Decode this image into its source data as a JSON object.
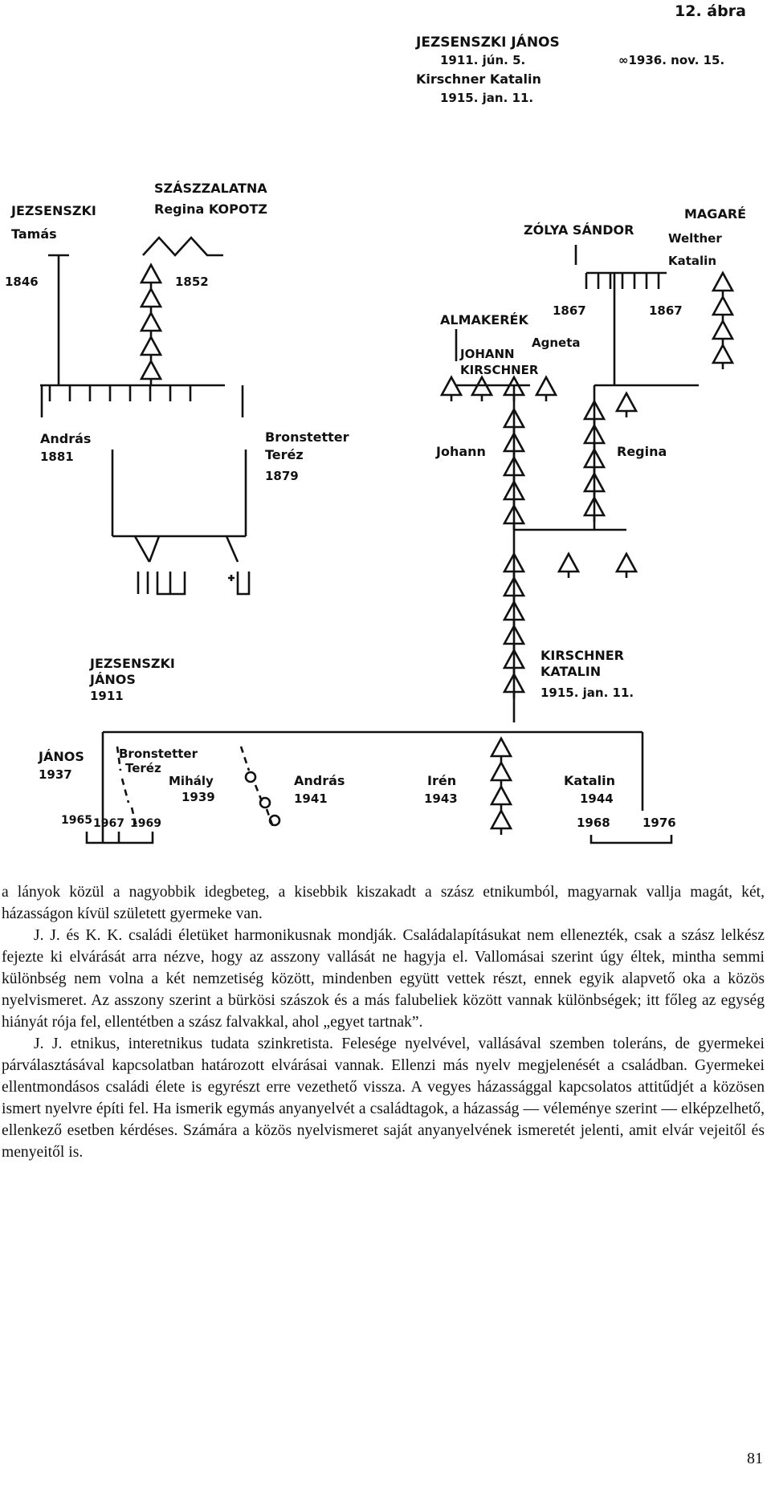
{
  "figure": {
    "number_label": "12. ábra",
    "head": {
      "name": "JEZSENSZKI JÁNOS",
      "birth": "1911. jún. 5.",
      "marriage": "∞1936. nov. 15.",
      "wife": "Kirschner Katalin",
      "wife_birth": "1915. jan. 11."
    },
    "labels": {
      "jezsenszki": "JEZSENSZKI",
      "tamas": "Tamás",
      "tamas_year": "1846",
      "szaszzalatna": "SZÁSZZALATNA",
      "regina_kopotz": "Regina   KOPOTZ",
      "regina_year": "1852",
      "zolya_sandor": "ZÓLYA   SÁNDOR",
      "magare": "MAGARÉ",
      "welther": "Welther",
      "katalin_w": "Katalin",
      "almakerek": "ALMAKERÉK",
      "year_1867a": "1867",
      "year_1867b": "1867",
      "agneta": "Agneta",
      "johann_kirschner_1": "JOHANN",
      "johann_kirschner_2": "KIRSCHNER",
      "andras": "András",
      "andras_year": "1881",
      "bronstetter": "Bronstetter",
      "terez": "Teréz",
      "terez_year": "1879",
      "johann": "Johann",
      "regina": "Regina",
      "jj1": "JEZSENSZKI",
      "jj2": "JÁNOS",
      "jj3": "1911",
      "kk1": "KIRSCHNER",
      "kk2": "KATALIN",
      "kk3": "1915.  jan. 11.",
      "janos": "JÁNOS",
      "janos_year": "1937",
      "bronstetter2": "Bronstetter",
      "terez2": "Teréz",
      "mihaly": "Mihály",
      "mihaly_year": "1939",
      "andras2": "András",
      "andras2_year": "1941",
      "iren": "Irén",
      "iren_year": "1943",
      "katalin": "Katalin",
      "katalin_year": "1944",
      "y1965": "1965",
      "y1967": "1967",
      "y1969": "1969",
      "y1968": "1968",
      "y1976": "1976"
    }
  },
  "body_text": {
    "p1": "a lányok közül a nagyobbik idegbeteg, a kisebbik kiszakadt a szász etnikumból, magyarnak vallja magát, két, házasságon kívül született gyermeke van.",
    "p2": "J. J. és K. K. családi életüket harmonikusnak mondják. Családalapításukat nem ellenezték, csak a szász lelkész fejezte ki elvárását arra nézve, hogy az asszony vallását ne hagyja el. Vallomásai szerint úgy éltek, mintha semmi különbség nem volna a két nemzetiség között, mindenben együtt vettek részt, ennek egyik alapvető oka a közös nyelvismeret. Az asszony szerint a bürkösi szászok és a más falubeliek között vannak különbségek; itt főleg az egység hiányát rója fel, ellentétben a szász falvakkal, ahol „egyet tartnak”.",
    "p3": "J. J. etnikus, interetnikus tudata szinkretista. Felesége nyelvével, vallásával szemben toleráns, de gyermekei párválasztásával kapcsolatban határozott elvárásai vannak. Ellenzi más nyelv megjelenését a családban. Gyermekei ellentmondásos családi élete is egyrészt erre vezethető vissza. A vegyes házassággal kapcsolatos attitűdjét a közösen ismert nyelvre építi fel. Ha ismerik egymás anyanyelvét a családtagok, a házasság — véleménye szerint — elképzelhető, ellenkező esetben kérdéses. Számára a közös nyelvismeret saját anyanyelvének ismeretét jelenti, amit elvár vejeitől és menyeitől is."
  },
  "page_number": "81"
}
